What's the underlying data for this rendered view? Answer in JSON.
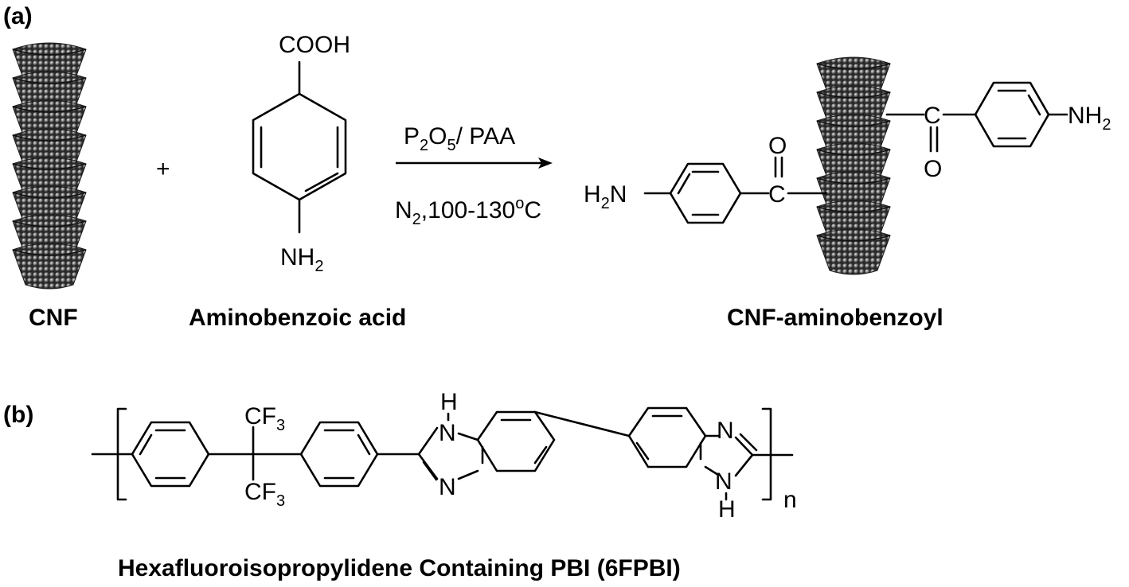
{
  "panel_a": {
    "label": "(a)",
    "plus": "+",
    "cnf_label": "CNF",
    "acid_label": "Aminobenzoic acid",
    "product_label": "CNF-aminobenzoyl",
    "acid_top": "COOH",
    "acid_bottom_main": "NH",
    "acid_bottom_sub": "2",
    "reagent_1": "P",
    "reagent_1_sub": "2",
    "reagent_1b": "O",
    "reagent_1b_sub": "5",
    "reagent_1c": "/ PAA",
    "reagent_2": "N",
    "reagent_2_sub": "2",
    "reagent_2b": ",100-130",
    "reagent_2_deg": "o",
    "reagent_2c": "C",
    "amine_left_h": "H",
    "amine_left_sub": "2",
    "amine_left_n": "N",
    "amine_right": "NH",
    "amine_right_sub": "2",
    "carbon": "C",
    "oxygen": "O"
  },
  "panel_b": {
    "label": "(b)",
    "title": "Hexafluoroisopropylidene Containing PBI (6FPBI)",
    "cf": "CF",
    "cf_sub": "3",
    "nh_h": "H",
    "n": "N",
    "repeat": "n"
  },
  "colors": {
    "ink": "#000000",
    "cnf_dark": "#2a2a2a",
    "cnf_light": "#bdbdbd"
  }
}
